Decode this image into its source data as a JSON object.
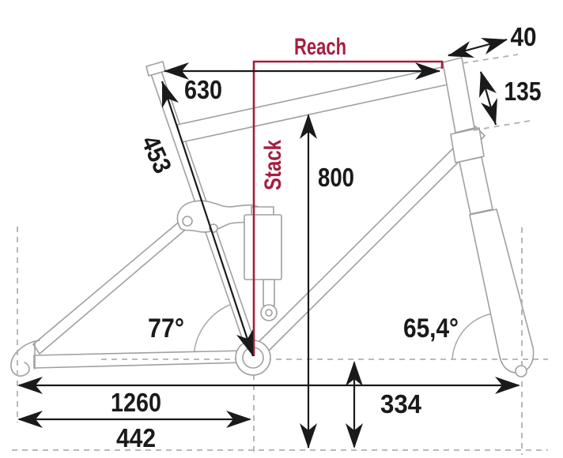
{
  "diagram": {
    "type": "bike-frame-geometry-drawing",
    "accent_color": "#a61e3f",
    "frame_color": "#a0a0a0",
    "dimension_color": "#1a1a1a",
    "labels": {
      "reach": "Reach",
      "stack": "Stack"
    },
    "measurements": {
      "top_tube": "630",
      "seat_tube": "453",
      "standover": "800",
      "stem_length": "40",
      "head_tube": "135",
      "seat_tube_angle": "77°",
      "head_tube_angle": "65,4°",
      "wheelbase": "1260",
      "chainstay": "442",
      "bb_height": "334"
    }
  }
}
